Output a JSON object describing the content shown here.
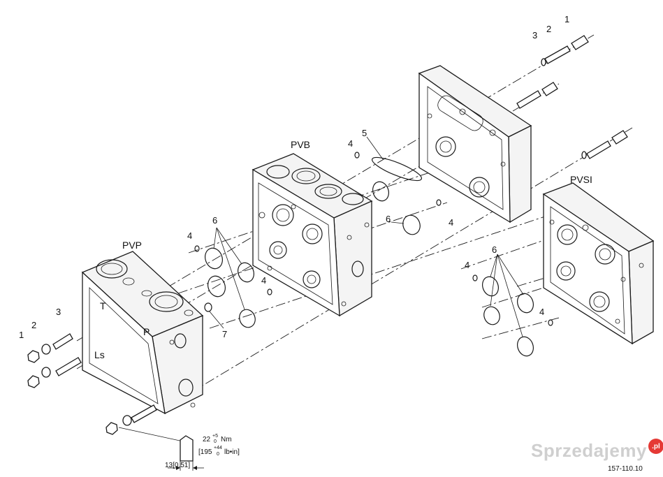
{
  "labels": {
    "pvp": "PVP",
    "pvb": "PVB",
    "pvsi": "PVSI",
    "port_t": "T",
    "port_p": "P",
    "port_ls": "Ls",
    "n1": "1",
    "n2": "2",
    "n3": "3",
    "n4": "4",
    "n5": "5",
    "n6": "6",
    "n7": "7"
  },
  "torque": {
    "value": "22",
    "tol_plus": "+5",
    "tol_zero": "0",
    "unit_nm": "Nm",
    "imperial_open": "[195",
    "imperial_plus": "+44",
    "imperial_zero": "0",
    "imperial_unit": "lb•in]",
    "wrench": "13[0.51]"
  },
  "figure_id": "157-110.10",
  "watermark": {
    "text": "Sprzedajemy",
    "badge": ".pl",
    "color": "#cfcfcf",
    "badge_color": "#e53935"
  }
}
